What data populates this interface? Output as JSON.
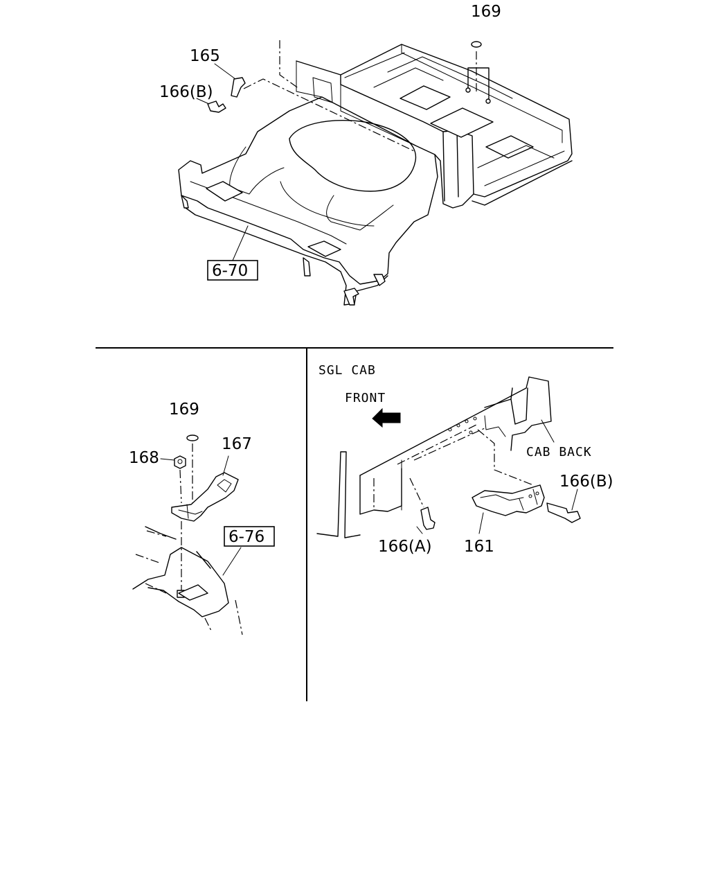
{
  "top_view": {
    "callouts": {
      "c169": "169",
      "c165": "165",
      "c166b": "166(B)",
      "ref_670": "6-70"
    }
  },
  "bottom_left_view": {
    "callouts": {
      "c169": "169",
      "c168": "168",
      "c167": "167",
      "ref_676": "6-76"
    }
  },
  "bottom_right_view": {
    "variant_label": "SGL CAB",
    "front_label": "FRONT",
    "cab_back_label": "CAB BACK",
    "callouts": {
      "c166b": "166(B)",
      "c166a": "166(A)",
      "c161": "161"
    }
  }
}
